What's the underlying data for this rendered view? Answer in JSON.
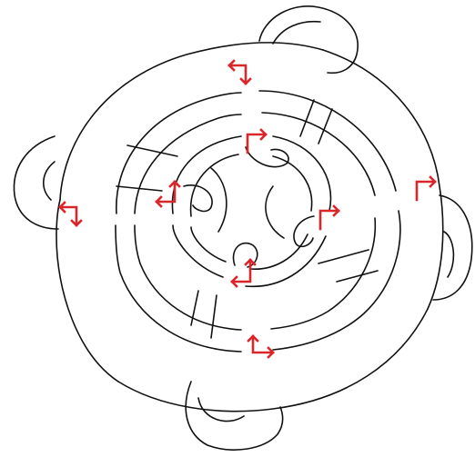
{
  "diagram": {
    "kind": "knot-diagram",
    "line_color": "#111111",
    "arrow_color": "#d9262b",
    "arrow_count": 8,
    "arrow_shape": "right-angle-corner-arrow"
  }
}
